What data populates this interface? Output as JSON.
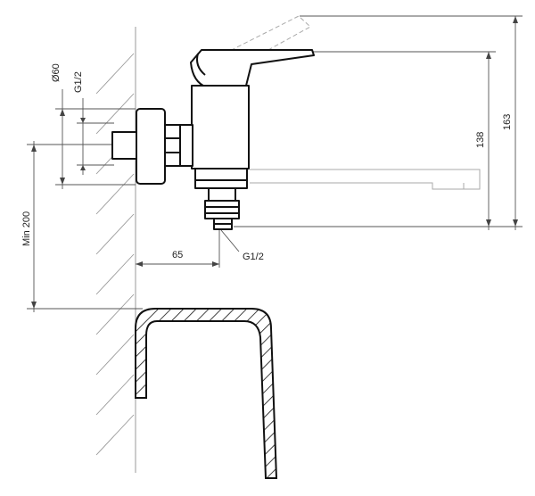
{
  "dimensions": {
    "diameter": "Ø60",
    "thread_inlet": "G1/2",
    "min_height": "Min 200",
    "offset": "65",
    "thread_outlet": "G1/2",
    "height_spout": "138",
    "height_total": "163"
  },
  "colors": {
    "line": "#111111",
    "dim_line": "#555555",
    "hidden_line": "#aaaaaa",
    "wall_hatch": "#888888"
  }
}
